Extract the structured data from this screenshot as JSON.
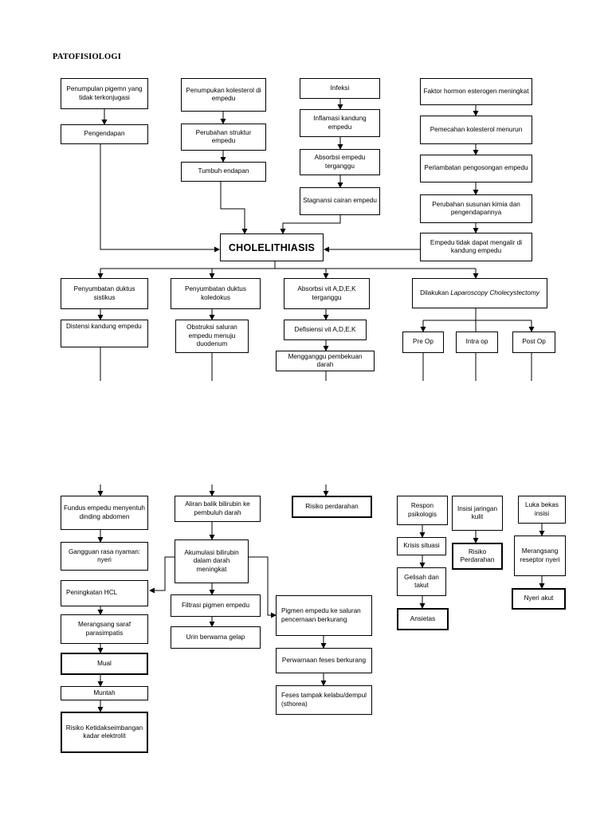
{
  "heading": "PATOFISIOLOGI",
  "top": {
    "col1": [
      "Penumpulan pigemn yang tidak terkonjugasi",
      "Pengendapan"
    ],
    "col2": [
      "Penumpukan kolesterol di empedu",
      "Perubahan struktur empedu",
      "Tumbuh endapan"
    ],
    "col3": [
      "Infeksi",
      "Inflamasi kandung empedu",
      "Absorbsi empedu terganggu",
      "Stagnansi cairan empedu"
    ],
    "col4": [
      "Faktor hormon esterogen meningkat",
      "Pemecahan kolesterol menurun",
      "Perlambatan pengosongan empedu",
      "Perubahan susunan kimia dan pengendapannya",
      "Empedu tidak dapat mengalir di kandung empedu"
    ]
  },
  "center": "CHOLELITHIASIS",
  "branches": {
    "b1": [
      "Penyumbatan duktus sistikus",
      "Distensi kandung empedu"
    ],
    "b2": [
      "Penyumbatan duktus koledokus",
      "Obstruksi saluran empedu menuju duodenum"
    ],
    "b3": [
      "Absorbsi vit A,D,E,K terganggu",
      "Defisiensi vit A,D,E,K",
      "Mengganggu pembekuan darah"
    ],
    "b4": {
      "prefix": "Dilakukan ",
      "italic": "Laparoscopy Cholecystectomy"
    },
    "ops": [
      "Pre Op",
      "Intra op",
      "Post Op"
    ]
  },
  "bottom": {
    "col1": [
      "Fundus empedu menyentuh dinding abdomen",
      "Gangguan rasa nyaman: nyeri",
      "Peningkatan HCL",
      "Merangsang saraf parasimpatis",
      "Mual",
      "Muntah",
      "Risiko Ketidakseimbangan kadar elektrolit"
    ],
    "col2": [
      "Aliran balik bilirubin ke pembuluh darah",
      "Akumulasi bilirubin dalam darah meningkat",
      "Filtrasi pigmen empedu",
      "Urin berwarna gelap"
    ],
    "col3": [
      "Pigmen empedu ke saluran pencernaan berkurang",
      "Perwarnaan feses berkurang",
      "Feses tampak kelabu/dempul (sthorea)"
    ],
    "risiko_perdarahan": "Risiko perdarahan",
    "preop": [
      "Respon psikologis",
      "Krisis situasi",
      "Gelisah dan takut",
      "Ansietas"
    ],
    "intraop": [
      "Insisi jaringan kulit",
      "Risiko Perdarahan"
    ],
    "postop": [
      "Luka bekas insisi",
      "Merangsang reseptor nyeri",
      "Nyeri akut"
    ]
  }
}
